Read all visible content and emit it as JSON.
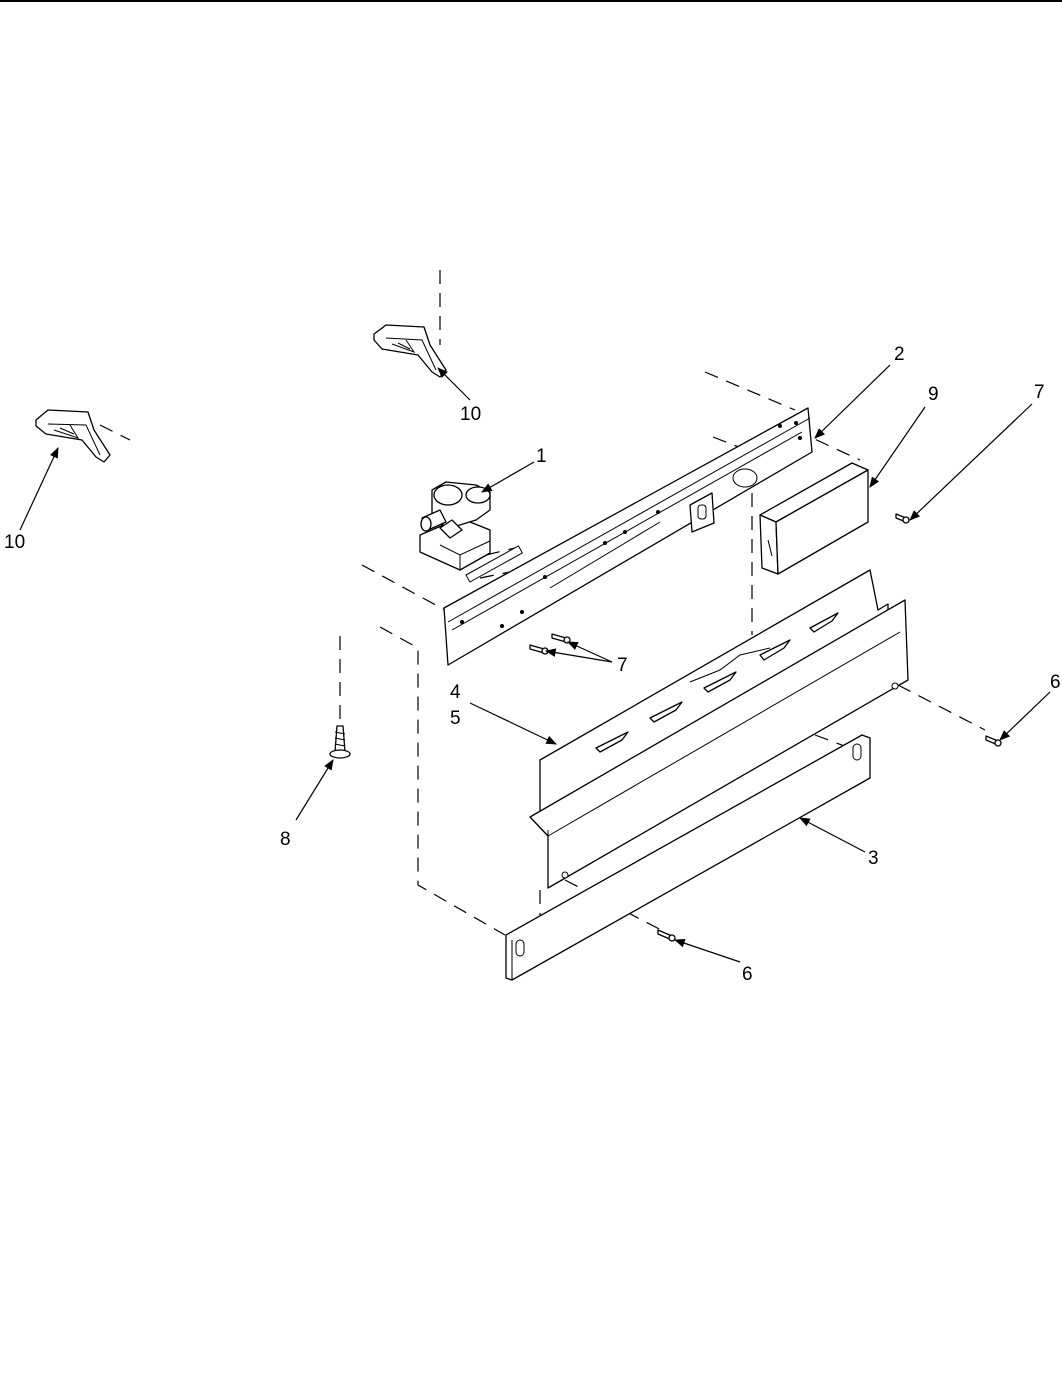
{
  "callouts": {
    "c1": "1",
    "c2": "2",
    "c3": "3",
    "c4": "4",
    "c5": "5",
    "c6a": "6",
    "c6b": "6",
    "c7a": "7",
    "c7b": "7",
    "c8": "8",
    "c9": "9",
    "c10a": "10",
    "c10b": "10"
  },
  "icons": {
    "arrowhead": "arrowhead-icon"
  }
}
